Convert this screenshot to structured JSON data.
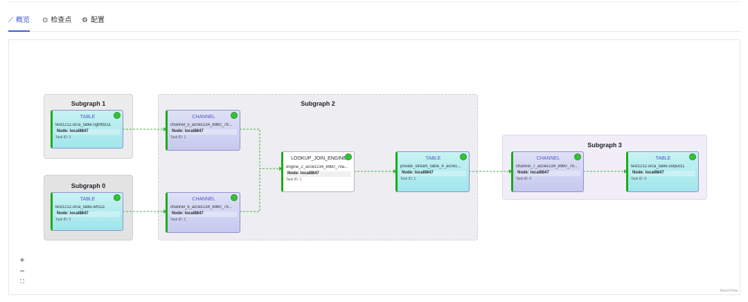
{
  "tabs": [
    {
      "icon": "chart-line-icon",
      "glyph": "⟋",
      "label": "概览",
      "active": true
    },
    {
      "icon": "check-circle-icon",
      "glyph": "⊙",
      "label": "检查点",
      "active": false
    },
    {
      "icon": "gear-icon",
      "glyph": "⚙",
      "label": "配置",
      "active": false
    }
  ],
  "diagram": {
    "groups": {
      "g1": "Subgraph 1",
      "g0": "Subgraph 0",
      "g2": "Subgraph 2",
      "g3": "Subgraph 3"
    },
    "nodes": {
      "n1": {
        "type": "TABLE",
        "name": "test1212.orca_table.righttb111",
        "node": "Node: local8847",
        "task": "Task ID: 3"
      },
      "n2": {
        "type": "TABLE",
        "name": "test1212.orca_table.left111",
        "node": "Node: local8847",
        "task": "Task ID: 2"
      },
      "n3": {
        "type": "CHANNEL",
        "name": "channel_5_ac0e1c34_89b0_79...",
        "node": "Node: local8847",
        "task": "Task ID: 1"
      },
      "n4": {
        "type": "CHANNEL",
        "name": "channel_6_ac0e1c34_89b0_79...",
        "node": "Node: local8847",
        "task": "Task ID: 1"
      },
      "n5": {
        "type": "LOOKUP_JOIN_ENGINE",
        "name": "engine_2_ac0e1c34_89b0_79a...",
        "node": "Node: local8847",
        "task": "Task ID: 1"
      },
      "n6": {
        "type": "TABLE",
        "name": "private_stream_table_4_ac0e1...",
        "node": "Node: local8847",
        "task": "Task ID: 1"
      },
      "n7": {
        "type": "CHANNEL",
        "name": "channel_7_ac0e1c34_89b0_79...",
        "node": "Node: local8847",
        "task": "Task ID: 0"
      },
      "n8": {
        "type": "TABLE",
        "name": "test1212.orca_table.output11",
        "node": "Node: local8847",
        "task": "Task ID: 0"
      }
    },
    "edge_color": "#3cb43c"
  },
  "controls": {
    "zoom_in": "+",
    "zoom_out": "−",
    "fit_view": "⛶"
  },
  "attribution": "React Flow",
  "colors": {
    "accent": "#3b5bdb",
    "status_ok": "#36c236"
  }
}
